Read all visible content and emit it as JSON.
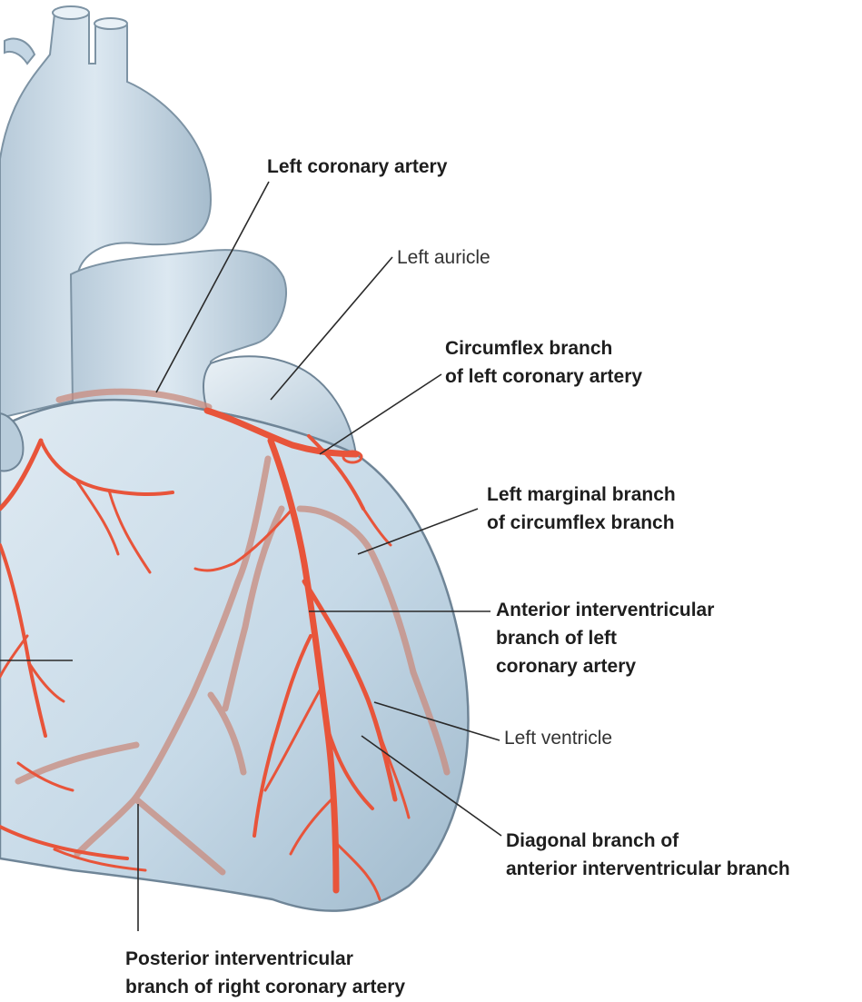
{
  "labels": {
    "left_coronary_artery": "Left coronary artery",
    "left_auricle": "Left auricle",
    "circumflex": [
      "Circumflex branch",
      "of left coronary artery"
    ],
    "left_marginal": [
      "Left marginal branch",
      "of circumflex branch"
    ],
    "anterior_interventricular": [
      "Anterior interventricular",
      "branch of left",
      "coronary artery"
    ],
    "left_ventricle": "Left ventricle",
    "diagonal": [
      "Diagonal branch of",
      "anterior interventricular branch"
    ],
    "posterior_interventricular": [
      "Posterior interventricular",
      "branch of right coronary artery"
    ]
  },
  "colors": {
    "heart_fill": "#c9dbe8",
    "heart_outline": "#6f8597",
    "artery_anterior": "#e8543a",
    "artery_posterior": "#c98b7d",
    "leader_line": "#2a2a2a"
  }
}
